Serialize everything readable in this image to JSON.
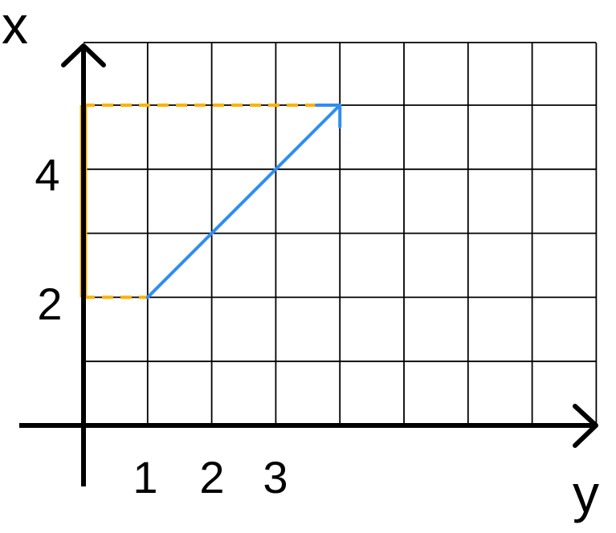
{
  "labels": {
    "x_axis": "x",
    "y_axis": "y",
    "ticks_horizontal": [
      "1",
      "2",
      "3"
    ],
    "ticks_vertical": [
      "2",
      "4"
    ]
  },
  "vector": {
    "start": [
      1,
      2
    ],
    "end": [
      4,
      5
    ]
  },
  "colors": {
    "grid": "#000000",
    "axes": "#000000",
    "vector": "#2f8ef0",
    "projection": "#ffb000"
  }
}
